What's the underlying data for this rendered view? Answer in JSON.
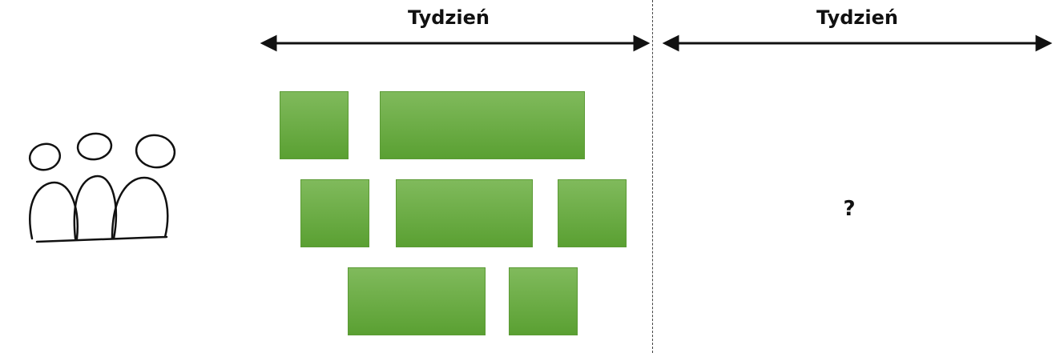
{
  "periods": [
    {
      "label": "Tydzień"
    },
    {
      "label": "Tydzień"
    }
  ],
  "unknown_marker": "?",
  "colors": {
    "task_block_top": "#80ba5c",
    "task_block_bottom": "#5aa032",
    "arrow": "#111111",
    "divider": "#444444"
  },
  "icons": {
    "team": "people-group-icon"
  },
  "task_blocks_count": 7
}
